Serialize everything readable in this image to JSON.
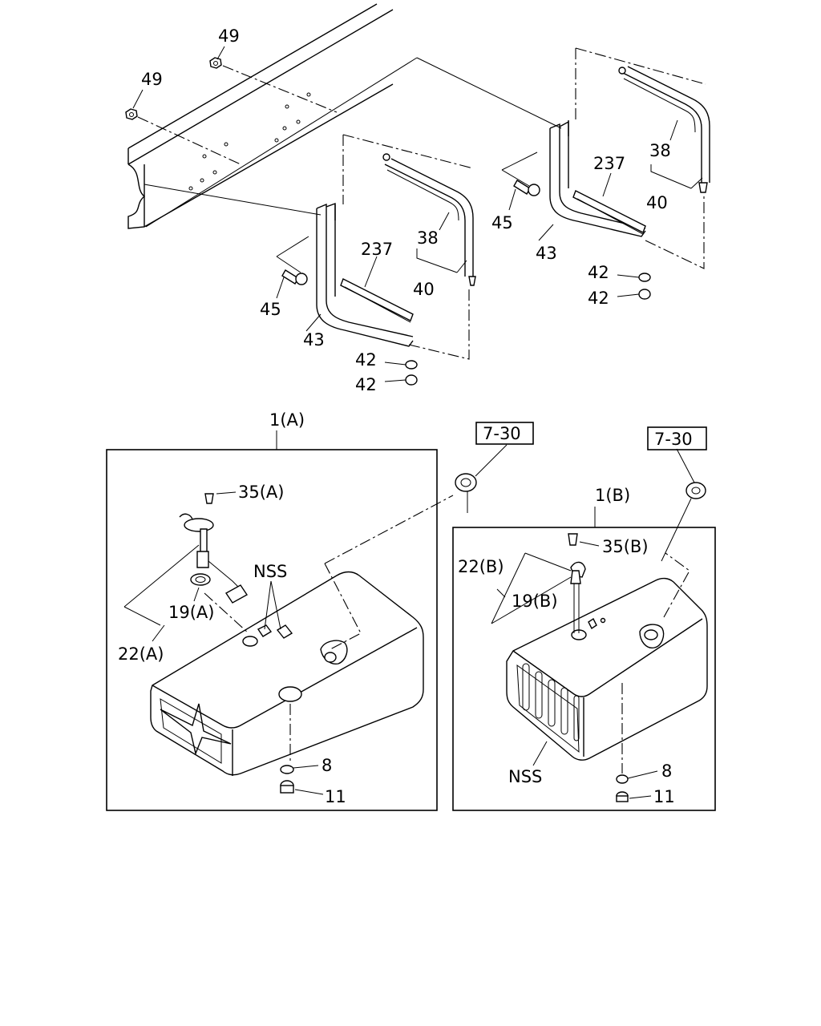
{
  "callouts": {
    "nut_49_a": "49",
    "nut_49_b": "49",
    "bolt_45_left": "45",
    "bolt_45_right": "45",
    "bracket_43_left": "43",
    "bracket_43_right": "43",
    "pad_237_left": "237",
    "pad_237_right": "237",
    "strap_38_left": "38",
    "strap_38_right": "38",
    "strap_40_left": "40",
    "strap_40_right": "40",
    "nut_42_left_1": "42",
    "nut_42_left_2": "42",
    "nut_42_right_1": "42",
    "nut_42_right_2": "42"
  },
  "tank_a": {
    "title": "1(A)",
    "screw": "35(A)",
    "gasket": "19(A)",
    "gauge_unit": "22(A)",
    "nss": "NSS",
    "washer": "8",
    "drain_plug": "11",
    "cap_ref": "7-30"
  },
  "tank_b": {
    "title": "1(B)",
    "screw": "35(B)",
    "gasket": "19(B)",
    "gauge_unit": "22(B)",
    "nss": "NSS",
    "washer": "8",
    "drain_plug": "11",
    "cap_ref": "7-30"
  }
}
